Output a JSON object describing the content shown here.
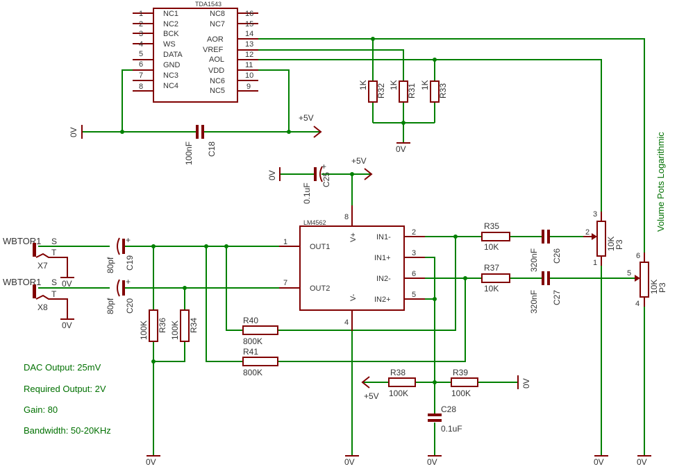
{
  "tda": {
    "name": "TDA1543",
    "left_pins": [
      {
        "num": "1",
        "name": "NC1"
      },
      {
        "num": "2",
        "name": "NC2"
      },
      {
        "num": "3",
        "name": "BCK"
      },
      {
        "num": "4",
        "name": "WS"
      },
      {
        "num": "5",
        "name": "DATA"
      },
      {
        "num": "6",
        "name": "GND"
      },
      {
        "num": "7",
        "name": "NC3"
      },
      {
        "num": "8",
        "name": "NC4"
      }
    ],
    "right_pins": [
      {
        "num": "16",
        "name": "NC8"
      },
      {
        "num": "15",
        "name": "NC7"
      },
      {
        "num": "14",
        "name": "AOR"
      },
      {
        "num": "13",
        "name": "VREF"
      },
      {
        "num": "12",
        "name": "AOL"
      },
      {
        "num": "11",
        "name": "VDD"
      },
      {
        "num": "10",
        "name": "NC6"
      },
      {
        "num": "9",
        "name": "NC5"
      }
    ]
  },
  "lm": {
    "name": "LM4562",
    "left_pins": [
      {
        "num": "1",
        "name": "OUT1"
      },
      {
        "num": "7",
        "name": "OUT2"
      }
    ],
    "right_pins": [
      {
        "num": "2",
        "name": "IN1-"
      },
      {
        "num": "3",
        "name": "IN1+"
      },
      {
        "num": "6",
        "name": "IN2-"
      },
      {
        "num": "5",
        "name": "IN2+"
      }
    ],
    "vplus": {
      "num": "8",
      "name": "V+"
    },
    "vminus": {
      "num": "4",
      "name": "V-"
    }
  },
  "resistors": {
    "r32": {
      "name": "R32",
      "value": "1K"
    },
    "r31": {
      "name": "R31",
      "value": "1K"
    },
    "r33": {
      "name": "R33",
      "value": "1K"
    },
    "r35": {
      "name": "R35",
      "value": "10K"
    },
    "r37": {
      "name": "R37",
      "value": "10K"
    },
    "r36": {
      "name": "R36",
      "value": "100K"
    },
    "r34": {
      "name": "R34",
      "value": "100K"
    },
    "r40": {
      "name": "R40",
      "value": "800K"
    },
    "r41": {
      "name": "R41",
      "value": "800K"
    },
    "r38": {
      "name": "R38",
      "value": "100K"
    },
    "r39": {
      "name": "R39",
      "value": "100K"
    }
  },
  "capacitors": {
    "c18": {
      "name": "C18",
      "value": "100nF"
    },
    "c25": {
      "name": "C25",
      "value": "0.1uF"
    },
    "c19": {
      "name": "C19",
      "value": "80pf"
    },
    "c20": {
      "name": "C20",
      "value": "80pf"
    },
    "c26": {
      "name": "C26",
      "value": "320nF"
    },
    "c27": {
      "name": "C27",
      "value": "320nF"
    },
    "c28": {
      "name": "C28",
      "value": "0.1uF"
    }
  },
  "pots": {
    "p3a": {
      "name": "P3",
      "value": "10K",
      "pins": [
        "3",
        "2",
        "1"
      ]
    },
    "p3b": {
      "name": "P3",
      "value": "10K",
      "pins": [
        "6",
        "5",
        "4"
      ]
    }
  },
  "connectors": {
    "x7": {
      "name": "WBTOR1",
      "pin_s": "S",
      "pin_t": "T",
      "ref": "X7"
    },
    "x8": {
      "name": "WBTOR1",
      "pin_s": "S",
      "pin_t": "T",
      "ref": "X8"
    }
  },
  "power": {
    "gnd": "0V",
    "vcc": "+5V"
  },
  "side_label": "Volume Pots Logarithmic",
  "notes": [
    "DAC Output: 25mV",
    "Required Output: 2V",
    "Gain: 80",
    "Bandwidth: 50-20KHz"
  ],
  "colors": {
    "wire": "#008000",
    "part": "#800000",
    "text": "#333333",
    "note": "#007000"
  }
}
